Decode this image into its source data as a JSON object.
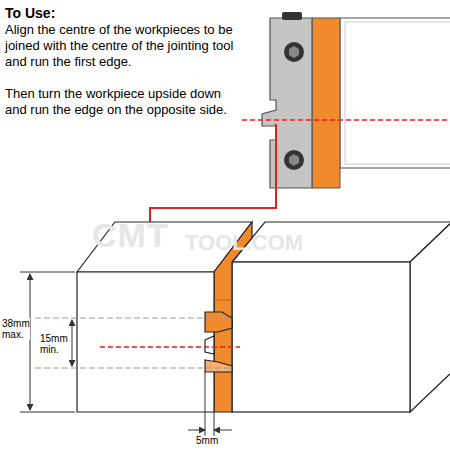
{
  "diagram": {
    "title": "To Use:",
    "labels": [
      "Align the centre of the workpieces to be joined with the centre of the jointing tool and run the first edge.",
      "Then turn the workpiece upside down and run the edge on the opposite side.",
      "CMT",
      "TOOL.COM",
      "38mm max.",
      "15mm min.",
      "5mm"
    ]
  }
}
